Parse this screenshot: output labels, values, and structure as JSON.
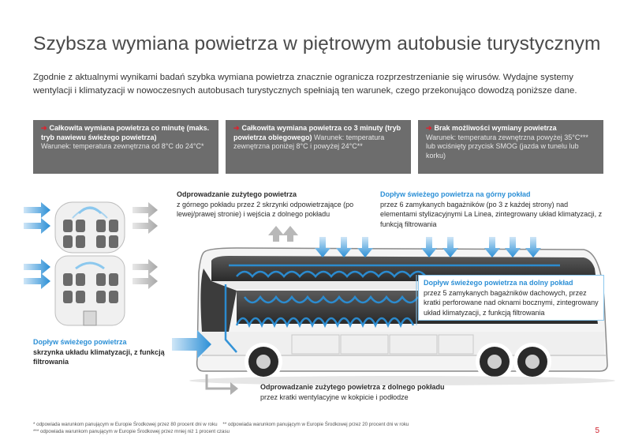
{
  "page": {
    "title": "Szybsza wymiana powietrza w piętrowym autobusie turystycznym",
    "intro": "Zgodnie z aktualnymi wynikami badań szybka wymiana powietrza znacznie ogranicza rozprzestrzenianie się wirusów. Wydajne systemy wentylacji i klimatyzacji w nowoczesnych autobusach turystycznych spełniają ten warunek, czego przekonująco dowodzą poniższe dane.",
    "page_number": "5"
  },
  "boxes": [
    {
      "arrow": "➔",
      "heading": "Całkowita wymiana powietrza co minutę (maks. tryb nawiewu świeżego powietrza)",
      "condition": "Warunek: temperatura zewnętrzna od 8°C do 24°C*"
    },
    {
      "arrow": "➔",
      "heading": "Całkowita wymiana powietrza co 3 minuty (tryb powietrza obiegowego)",
      "condition": "Warunek: temperatura zewnętrzna poniżej 8°C i powyżej 24°C**"
    },
    {
      "arrow": "➔",
      "heading": "Brak możliwości wymiany powietrza",
      "condition": "Warunek: temperatura zewnętrzna powyżej 35°C*** lub wciśnięty przycisk SMOG (jazda w tunelu lub korku)"
    }
  ],
  "labels": {
    "exhaust_upper": {
      "heading": "Odprowadzanie zużytego powietrza",
      "text": "z górnego pokładu przez 2 skrzynki odpowietrzające (po lewej/prawej stronie) i wejścia z dolnego pokładu"
    },
    "fresh_upper": {
      "heading": "Dopływ świeżego powietrza na górny pokład",
      "text": "przez 6 zamykanych bagażników (po 3 z każdej strony) nad elementami stylizacyjnymi La Linea, zintegrowany układ klimatyzacji, z funkcją filtrowania"
    },
    "fresh_lower": {
      "heading": "Dopływ świeżego powietrza na dolny pokład",
      "text": "przez 5 zamykanych bagażników dachowych, przez kratki perforowane nad oknami bocznymi, zintegrowany układ klimatyzacji, z funkcją filtrowania"
    },
    "fresh_box": {
      "heading": "Dopływ świeżego powietrza",
      "text": "skrzynka układu klimatyzacji, z funkcją filtrowania"
    },
    "exhaust_lower": {
      "heading": "Odprowadzanie zużytego powietrza z dolnego pokładu",
      "text": "przez kratki wentylacyjne w kokpicie i podłodze"
    }
  },
  "footnotes": {
    "line1a": "* odpowiada warunkom panującym w Europie Środkowej przez 80 procent dni w roku",
    "line1b": "** odpowiada warunkom panującym w Europie Środkowej przez 20 procent dni w roku",
    "line2": "*** odpowiada warunkom panującym w Europie Środkowej przez mniej niż 1 procent czasu"
  },
  "colors": {
    "accent_red": "#e0202c",
    "fresh_blue": "#2b8fd6",
    "box_gray": "#6d6d6d",
    "exhaust_gray": "#b0b0b0"
  }
}
